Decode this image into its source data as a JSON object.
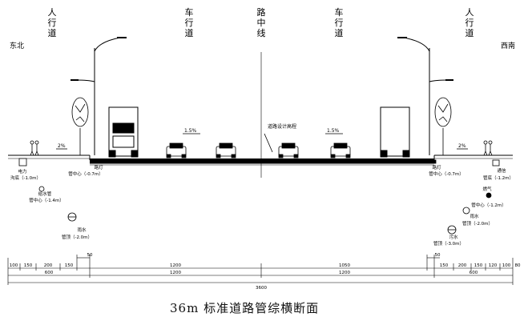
{
  "labels": {
    "sidewalk_left": "人行道",
    "carriageway_left": "车行道",
    "center_line": "路中线",
    "carriageway_right": "车行道",
    "sidewalk_right": "人行道",
    "side_left": "东北",
    "side_right": "西南",
    "design_elevation": "道路设计高程",
    "slope_left": "1.5%",
    "slope_right": "1.5%",
    "walk_slope_left": "2%",
    "walk_slope_right": "2%"
  },
  "pipes_left": [
    {
      "name": "电力",
      "detail": "沟底（-1.0m）"
    },
    {
      "name": "给水管",
      "detail": "管中心（-1.4m）"
    },
    {
      "name": "雨水",
      "detail": "管顶（-2.0m）"
    },
    {
      "name": "路灯",
      "detail": "管中心（-0.7m）"
    }
  ],
  "pipes_right": [
    {
      "name": "通信",
      "detail": "管底（-1.2m）"
    },
    {
      "name": "燃气",
      "detail": "管中心（-1.2m）"
    },
    {
      "name": "雨水",
      "detail": "管顶（-2.0m）"
    },
    {
      "name": "污水",
      "detail": "管顶（-3.0m）"
    },
    {
      "name": "路灯",
      "detail": "管中心（-0.7m）"
    }
  ],
  "dimensions": {
    "row1": [
      "100",
      "150",
      "200",
      "150",
      "1200",
      "1050",
      "150",
      "200",
      "150",
      "120",
      "100",
      "80"
    ],
    "row2": [
      "600",
      "1200",
      "1200",
      "600"
    ],
    "total": "3600",
    "marker_left": "50",
    "marker_right": "50"
  },
  "caption": "36m 标准道路管综横断面"
}
